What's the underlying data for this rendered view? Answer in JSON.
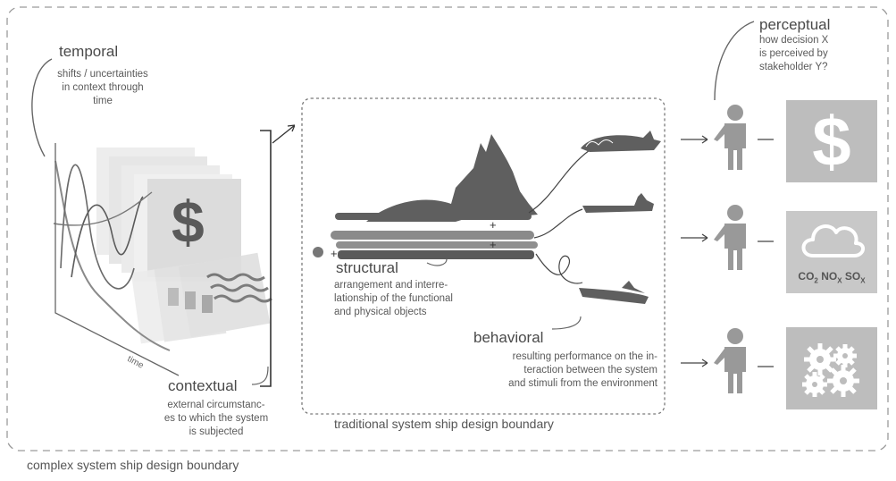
{
  "temporal": {
    "title": "temporal",
    "lines": [
      "shifts / uncertainties",
      "in context through",
      "time"
    ],
    "axis_label": "time"
  },
  "contextual": {
    "title": "contextual",
    "lines": [
      "external circumstanc-",
      "es to which the system",
      "is subjected"
    ],
    "symbol": "$"
  },
  "structural": {
    "title": "structural",
    "lines": [
      "arrangement and interre-",
      "lationship of the functional",
      "and physical objects"
    ]
  },
  "behavioral": {
    "title": "behavioral",
    "lines": [
      "resulting performance on the in-",
      "teraction between the system",
      "and stimuli from the environment"
    ]
  },
  "perceptual": {
    "title": "perceptual",
    "lines": [
      "how decision X",
      "is perceived by",
      "stakeholder Y?"
    ]
  },
  "panels": {
    "cost_symbol": "$",
    "emissions": {
      "co": "CO",
      "co_sub": "2",
      "no": "NO",
      "no_sub": "X",
      "so": "SO",
      "so_sub": "X"
    }
  },
  "boundaries": {
    "traditional": "traditional system ship design boundary",
    "complex": "complex system ship design boundary"
  },
  "colors": {
    "boundary": "#9a9a9a",
    "hull_dark": "#5f5f5f",
    "hull_mid": "#8a8a8a",
    "panel": "#bdbdbd",
    "icon_white": "#ffffff",
    "person": "#999999"
  }
}
